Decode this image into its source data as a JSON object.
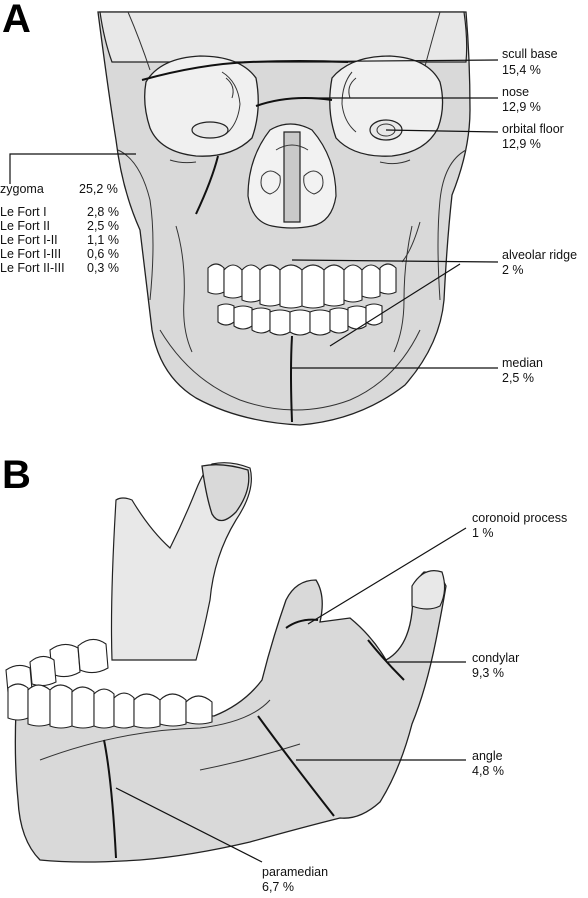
{
  "panels": {
    "a": {
      "letter": "A"
    },
    "b": {
      "letter": "B"
    }
  },
  "skull_labels": {
    "scull_base": {
      "name": "scull base",
      "value": "15,4 %"
    },
    "nose": {
      "name": "nose",
      "value": "12,9 %"
    },
    "orbital_floor": {
      "name": "orbital floor",
      "value": "12,9 %"
    },
    "zygoma": {
      "name": "zygoma",
      "value": "25,2 %"
    },
    "alveolar_ridge": {
      "name": "alveolar ridge",
      "value": "2 %"
    },
    "median": {
      "name": "median",
      "value": "2,5 %"
    }
  },
  "le_fort_table": [
    {
      "name": "Le Fort  I",
      "value": "2,8 %"
    },
    {
      "name": "Le Fort  II",
      "value": "2,5 %"
    },
    {
      "name": "Le Fort  I-II",
      "value": "1,1 %"
    },
    {
      "name": "Le Fort  I-III",
      "value": "0,6 %"
    },
    {
      "name": "Le Fort  II-III",
      "value": "0,3 %"
    }
  ],
  "mandible_labels": {
    "coronoid_process": {
      "name": "coronoid process",
      "value": "1 %"
    },
    "condylar": {
      "name": "condylar",
      "value": "9,3 %"
    },
    "angle": {
      "name": "angle",
      "value": "4,8 %"
    },
    "paramedian": {
      "name": "paramedian",
      "value": "6,7 %"
    }
  }
}
